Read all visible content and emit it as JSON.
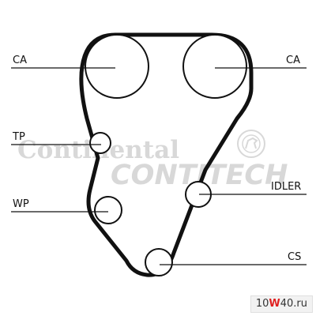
{
  "labels": {
    "ca_left": "CA",
    "ca_right": "CA",
    "tp": "TP",
    "wp": "WP",
    "idler": "IDLER",
    "cs": "CS"
  },
  "watermark": {
    "brand": "Continental",
    "sub": "CONTITECH"
  },
  "site": {
    "prefix": "10",
    "highlight": "W",
    "middle": "40",
    "suffix": ".ru"
  },
  "colors": {
    "belt": "#111111",
    "watermark": "#d8d8d8",
    "site_highlight": "#e02020"
  },
  "icons": {
    "emblem": "horse-emblem-icon"
  }
}
